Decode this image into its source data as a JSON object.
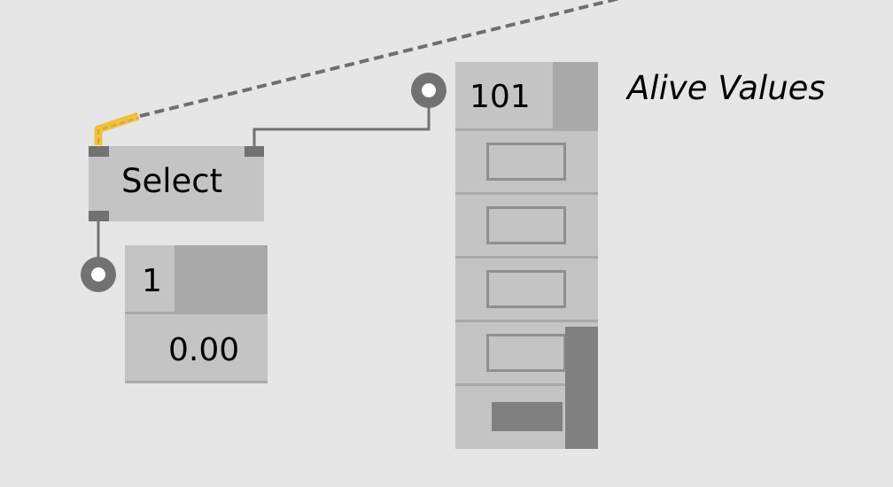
{
  "nodes": {
    "select": {
      "label": "Select"
    },
    "iobox_select_index": {
      "slice_count": "1",
      "value": "0.00"
    },
    "iobox_alive_values": {
      "slice_count": "101",
      "toggles": [
        false,
        false,
        false,
        false,
        true
      ]
    }
  },
  "comment": {
    "text": "Alive Values"
  },
  "colors": {
    "background": "#e6e6e6",
    "node_fill": "#c4c4c4",
    "pin": "#727272",
    "wire": "#727272",
    "link_highlight": "#f0c040"
  }
}
